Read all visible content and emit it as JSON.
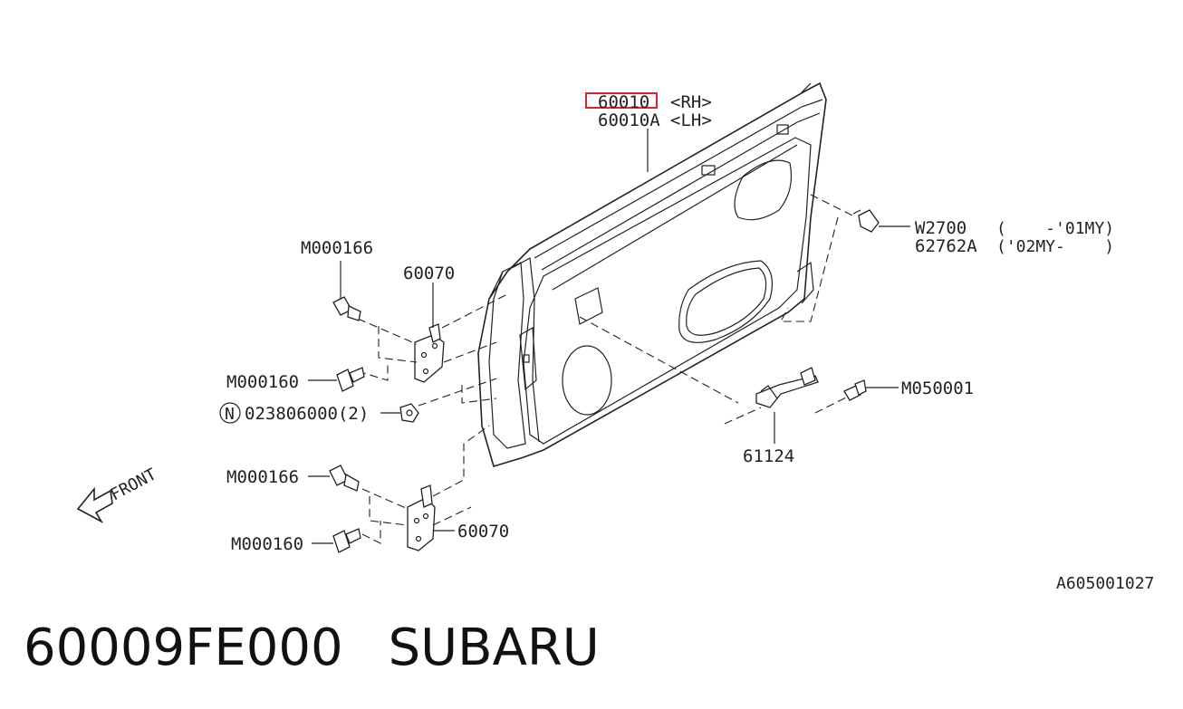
{
  "highlight_color": "#e0202a",
  "labels": {
    "door_rh": "60010",
    "door_rh_side": "<RH>",
    "door_lh": "60010A",
    "door_lh_side": "<LH>",
    "clip_a": "W2700",
    "clip_a_range": "(    -'01MY)",
    "clip_b": "62762A",
    "clip_b_range": "('02MY-    )",
    "bolt_top_upper": "M000166",
    "hinge_upper": "60070",
    "bolt_top_lower": "M000160",
    "nut_symbol": "N",
    "nut": "023806000(2)",
    "checker": "M050001",
    "checker_part": "61124",
    "bolt_bottom_upper": "M000166",
    "hinge_lower": "60070",
    "bolt_bottom_lower": "M000160",
    "front": "FRONT"
  },
  "ref_code": "A605001027",
  "footer": {
    "part_number": "60009FE000",
    "brand": "SUBARU"
  }
}
